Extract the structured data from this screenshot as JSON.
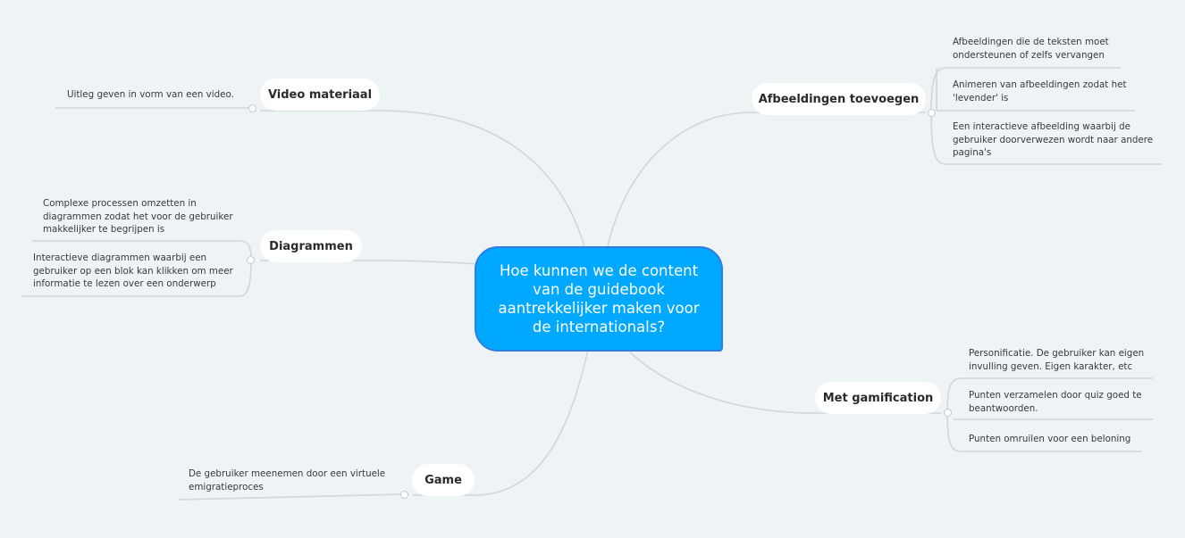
{
  "center": {
    "text": "Hoe kunnen we de content van de guidebook aantrekkelijker maken voor de internationals?"
  },
  "topics": {
    "video": {
      "label": "Video materiaal",
      "items": [
        "Uitleg geven in vorm van een video."
      ]
    },
    "diagrammen": {
      "label": "Diagrammen",
      "items": [
        "Complexe processen omzetten in diagrammen zodat het voor de gebruiker makkelijker te begrijpen is",
        "Interactieve diagrammen waarbij een gebruiker op een blok kan klikken om meer informatie te lezen over een onderwerp"
      ]
    },
    "game": {
      "label": "Game",
      "items": [
        "De gebruiker meenemen door een virtuele emigratieproces"
      ]
    },
    "afbeeldingen": {
      "label": "Afbeeldingen toevoegen",
      "items": [
        "Afbeeldingen die de teksten moet ondersteunen of zelfs vervangen",
        "Animeren van afbeeldingen zodat het 'levender' is",
        "Een interactieve afbeelding waarbij de gebruiker doorverwezen wordt naar andere pagina's"
      ]
    },
    "gamification": {
      "label": "Met gamification",
      "items": [
        "Personificatie. De gebruiker kan eigen invulling geven. Eigen karakter, etc",
        "Punten verzamelen door quiz goed te beantwoorden.",
        "Punten omruilen voor een beloning"
      ]
    }
  },
  "colors": {
    "central": "#00a8ff",
    "central_border": "#2f7de0",
    "background": "#eef3f6",
    "line": "#cfd6dc",
    "topic_fill": "#ffffff"
  }
}
